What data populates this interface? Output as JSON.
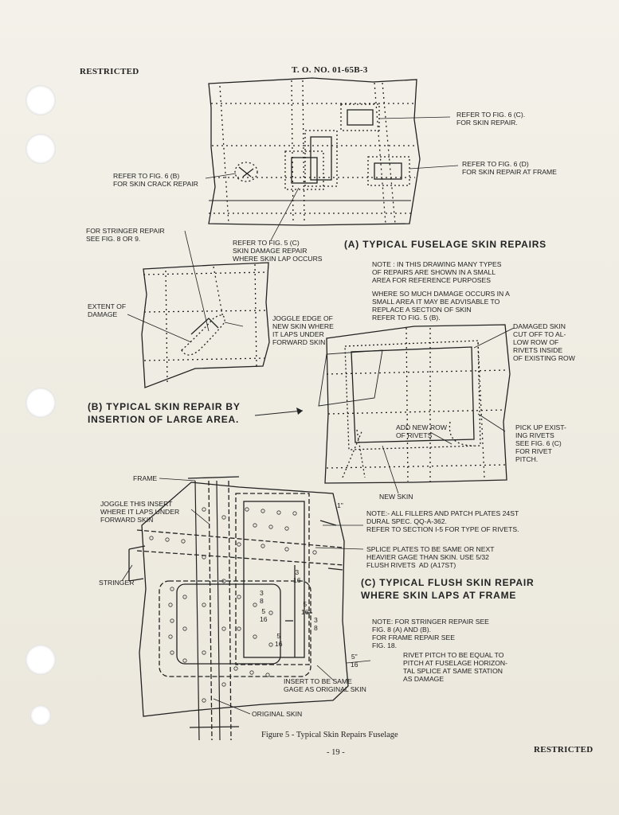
{
  "header": {
    "left": "RESTRICTED",
    "center": "T. O. NO. 01-65B-3"
  },
  "footer": {
    "caption": "Figure 5 - Typical Skin Repairs Fuselage",
    "page_number": "- 19 -",
    "right": "RESTRICTED"
  },
  "section_a": {
    "title": "(A) TYPICAL FUSELAGE SKIN REPAIRS",
    "callouts": {
      "ref_6c": "REFER TO FIG. 6 (C).\nFOR SKIN REPAIR.",
      "ref_6d": "REFER TO FIG. 6 (D)\nFOR SKIN REPAIR AT FRAME",
      "ref_6b": "REFER TO FIG. 6 (B)\nFOR SKIN CRACK REPAIR",
      "ref_5c": "REFER TO FIG. 5 (C)\nSKIN DAMAGE REPAIR\nWHERE SKIN LAP OCCURS",
      "stringer": "FOR STRINGER REPAIR\nSEE FIG. 8 OR 9."
    },
    "note1": "NOTE : IN THIS DRAWING MANY TYPES\nOF REPAIRS ARE SHOWN IN A SMALL\nAREA FOR REFERENCE PURPOSES",
    "note2": "WHERE SO MUCH DAMAGE OCCURS IN A\nSMALL AREA IT MAY BE ADVISABLE TO\nREPLACE A SECTION OF SKIN\nREFER TO FIG. 5 (B)."
  },
  "section_b": {
    "title": "(B) TYPICAL SKIN REPAIR BY\nINSERTION OF LARGE AREA.",
    "callouts": {
      "extent": "EXTENT OF\nDAMAGE",
      "joggle": "JOGGLE EDGE OF\nNEW SKIN WHERE\nIT LAPS UNDER\nFORWARD SKIN",
      "damaged": "DAMAGED SKIN\nCUT OFF TO AL-\nLOW ROW OF\nRIVETS INSIDE\nOF EXISTING ROW",
      "add_row": "ADD NEW ROW\nOF RIVETS",
      "pick_up": "PICK UP EXIST-\nING RIVETS\nSEE FIG. 6 (C)\nFOR RIVET\nPITCH.",
      "new_skin": "NEW SKIN"
    }
  },
  "section_c": {
    "title": "(C) TYPICAL FLUSH SKIN REPAIR\nWHERE SKIN LAPS AT FRAME",
    "callouts": {
      "frame": "FRAME",
      "joggle_insert": "JOGGLE THIS INSERT\nWHERE IT LAPS UNDER\nFORWARD SKIN",
      "stringer": "STRINGER",
      "insert": "INSERT TO BE SAME\nGAGE AS ORIGINAL SKIN",
      "original": "ORIGINAL SKIN",
      "dim_1in": "1\"",
      "dim_5_16": "5\"\n16",
      "frac_3_16": "3\n16",
      "frac_3_8a": "3\n8",
      "frac_5_16a": "5\n16",
      "frac_5_16b": "5\n16",
      "frac_3_8b": "3\n8",
      "frac_5_16c": "5\n16"
    },
    "note1": "NOTE:- ALL FILLERS AND PATCH PLATES 24ST\nDURAL SPEC. QQ-A-362.\nREFER TO SECTION I-5 FOR TYPE OF RIVETS.",
    "note2": "SPLICE PLATES TO BE SAME OR NEXT\nHEAVIER GAGE THAN SKIN. USE 5/32\nFLUSH RIVETS  AD (A17ST)",
    "note3": "NOTE: FOR STRINGER REPAIR SEE\nFIG. 8 (A) AND (B).\nFOR FRAME REPAIR SEE\nFIG. 18.",
    "note4": "RIVET PITCH TO BE EQUAL TO\nPITCH AT FUSELAGE HORIZON-\nTAL SPLICE AT SAME STATION\nAS DAMAGE"
  }
}
